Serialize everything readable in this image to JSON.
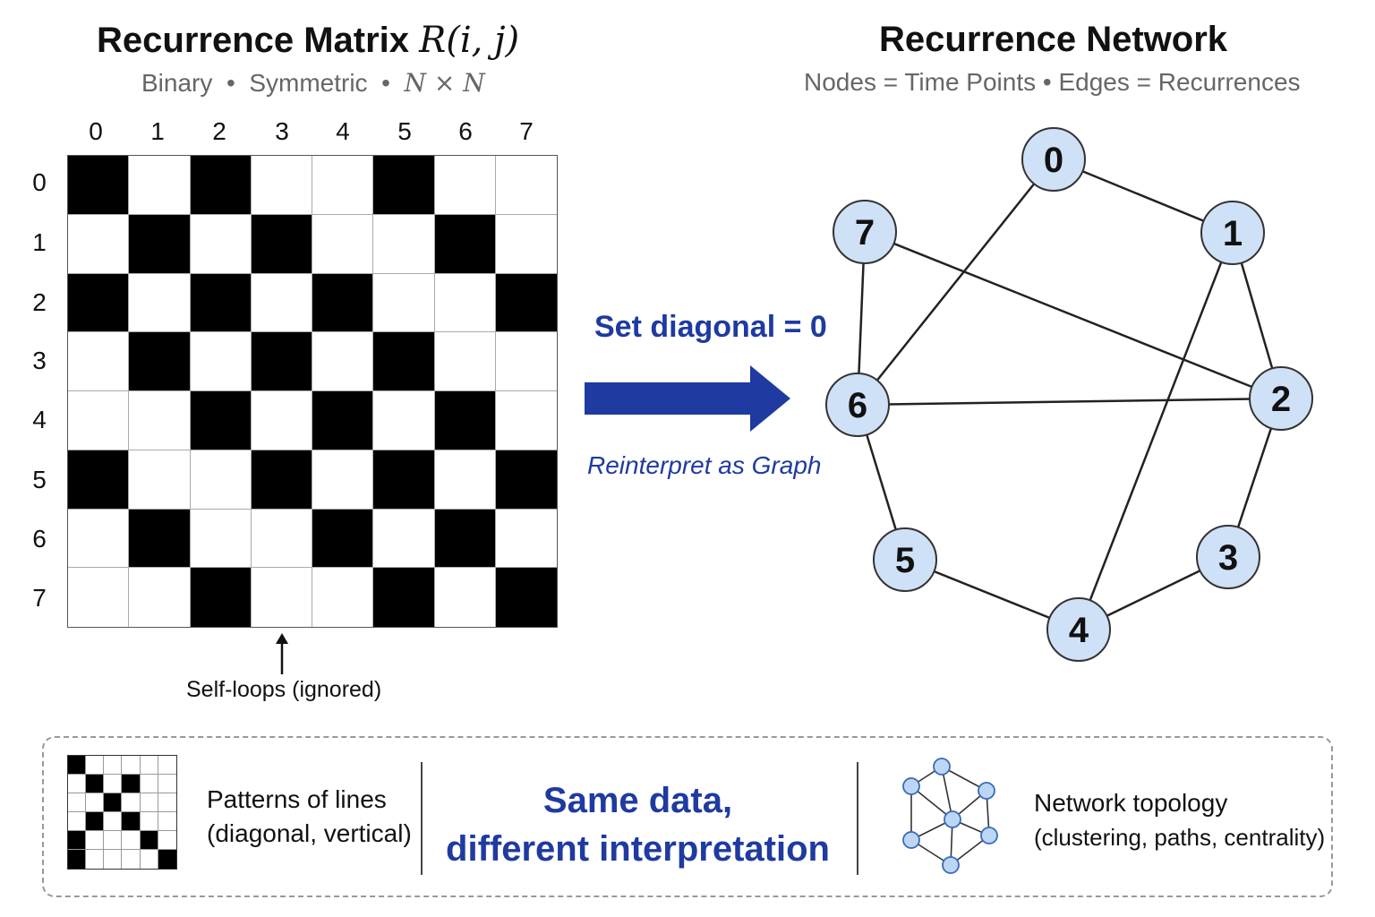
{
  "matrix": {
    "title": "Recurrence Matrix ",
    "title_math": "R(i, j)",
    "subtitle_parts": [
      "Binary",
      "Symmetric",
      "N × N"
    ],
    "separator": "•",
    "col_labels": [
      "0",
      "1",
      "2",
      "3",
      "4",
      "5",
      "6",
      "7"
    ],
    "row_labels": [
      "0",
      "1",
      "2",
      "3",
      "4",
      "5",
      "6",
      "7"
    ],
    "grid": [
      [
        1,
        0,
        1,
        0,
        0,
        1,
        0,
        0
      ],
      [
        0,
        1,
        0,
        1,
        0,
        0,
        1,
        0
      ],
      [
        1,
        0,
        1,
        0,
        1,
        0,
        0,
        1
      ],
      [
        0,
        1,
        0,
        1,
        0,
        1,
        0,
        0
      ],
      [
        0,
        0,
        1,
        0,
        1,
        0,
        1,
        0
      ],
      [
        1,
        0,
        0,
        1,
        0,
        1,
        0,
        1
      ],
      [
        0,
        1,
        0,
        0,
        1,
        0,
        1,
        0
      ],
      [
        0,
        0,
        1,
        0,
        0,
        1,
        0,
        1
      ]
    ],
    "annotation": "Self-loops (ignored)"
  },
  "transform": {
    "label": "Set diagonal = 0",
    "sublabel": "Reinterpret as Graph",
    "arrow_color": "#1f3aa0"
  },
  "network": {
    "title": "Recurrence Network",
    "subtitle": "Nodes = Time Points  •  Edges =  Recurrences",
    "nodes": [
      "0",
      "1",
      "2",
      "3",
      "4",
      "5",
      "6",
      "7"
    ],
    "edges": [
      [
        "0",
        "1"
      ],
      [
        "0",
        "6"
      ],
      [
        "1",
        "2"
      ],
      [
        "1",
        "4"
      ],
      [
        "2",
        "3"
      ],
      [
        "3",
        "4"
      ],
      [
        "4",
        "5"
      ],
      [
        "5",
        "6"
      ],
      [
        "6",
        "7"
      ],
      [
        "6",
        "2"
      ],
      [
        "7",
        "2"
      ]
    ],
    "node_fill": "#cfe1f7",
    "node_stroke": "#333333"
  },
  "legend": {
    "left_line1": "Patterns of lines",
    "left_line2": "(diagonal, vertical)",
    "center_line1": "Same data,",
    "center_line2": "different interpretation",
    "right_line1": "Network topology",
    "right_line2": "(clustering, paths, centrality)",
    "mini_grid": [
      [
        1,
        0,
        0,
        0,
        0,
        0
      ],
      [
        0,
        1,
        0,
        1,
        0,
        0
      ],
      [
        0,
        0,
        1,
        0,
        0,
        0
      ],
      [
        0,
        1,
        0,
        1,
        0,
        0
      ],
      [
        1,
        0,
        0,
        0,
        1,
        0
      ],
      [
        1,
        0,
        0,
        0,
        0,
        1
      ]
    ]
  },
  "colors": {
    "accent": "#1f3aa0",
    "icon_node_fill": "#bcd6f5",
    "icon_node_stroke": "#3a6bb8"
  }
}
